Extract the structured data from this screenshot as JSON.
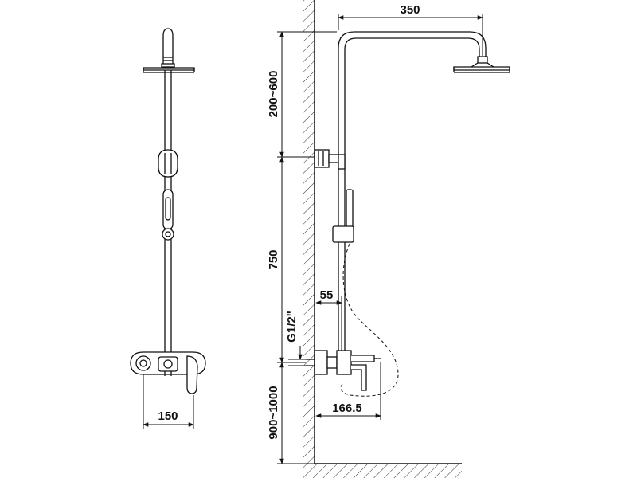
{
  "dimensions": {
    "rain_head_reach": "350",
    "upper_height": "200~600",
    "bar_length": "750",
    "thread_size": "G1/2\"",
    "wall_offset": "55",
    "mixer_spacing": "150",
    "mixer_reach": "166.5",
    "mixer_height": "900~1000"
  }
}
